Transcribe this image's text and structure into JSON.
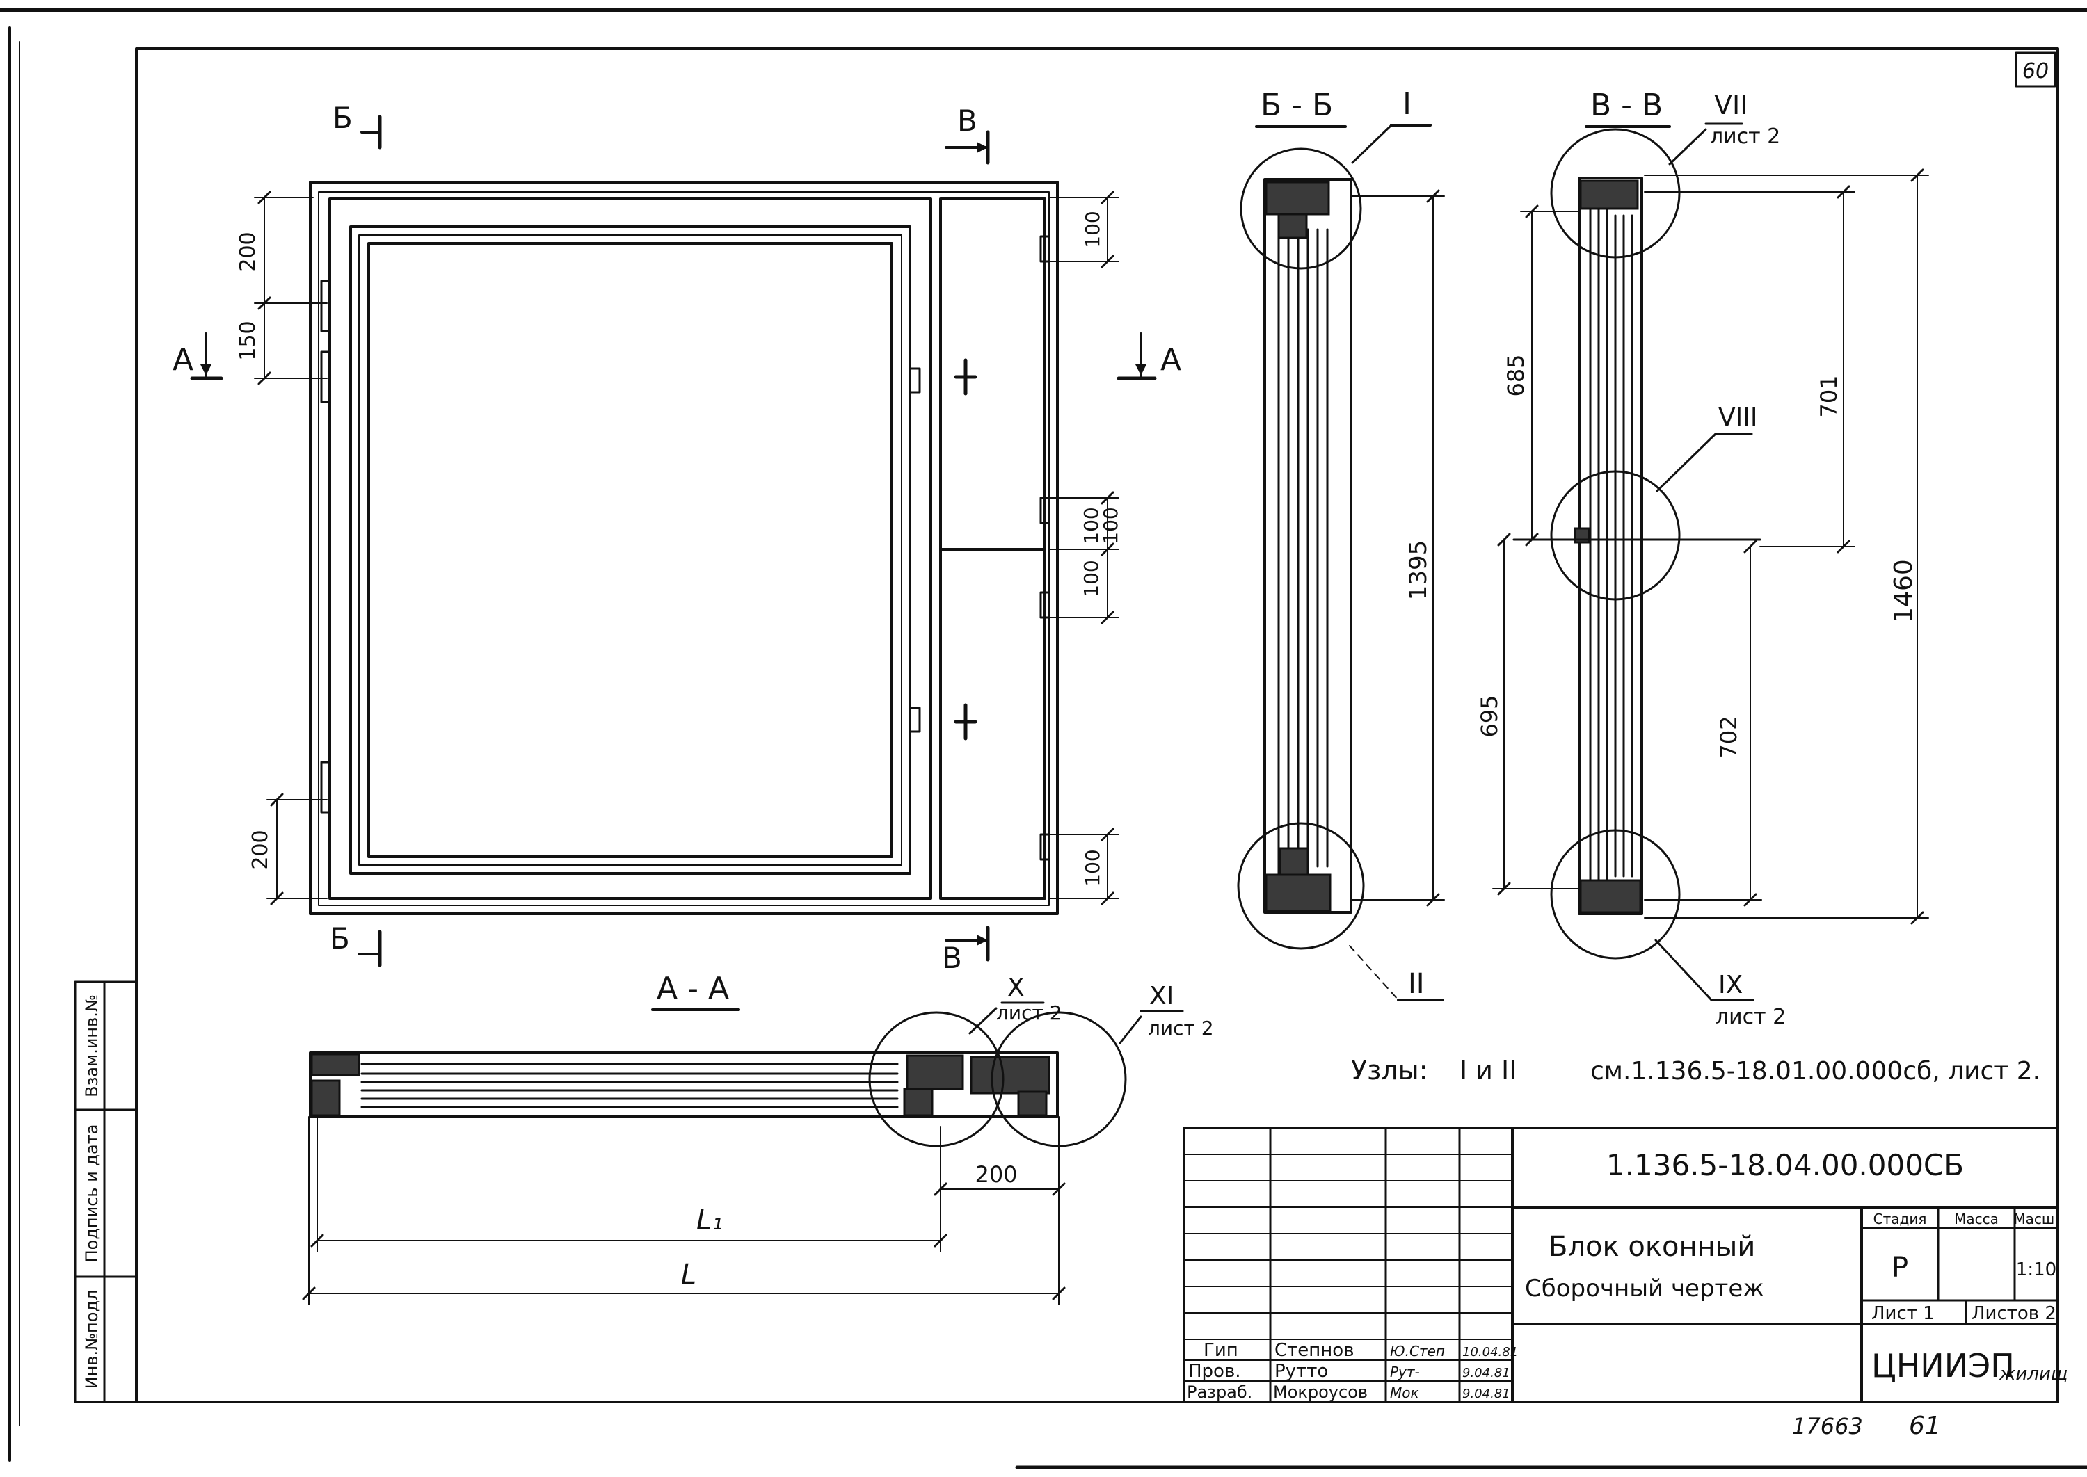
{
  "sheet": {
    "sheet_number_box": "60",
    "bottom_number_left": "17663",
    "bottom_number_right": "61"
  },
  "front_view": {
    "cut_marks": {
      "section_b": "Б",
      "section_v": "В",
      "section_a": "А"
    },
    "dimensions": {
      "top_hinge_offset": "200",
      "hinge_spacing": "150",
      "bottom_hinge_offset": "200",
      "right_top": "100",
      "right_mid_1": "100",
      "right_mid_2": "100",
      "right_mid_3": "100",
      "right_bottom": "100"
    }
  },
  "section_bb": {
    "title": "Б - Б",
    "node_top": "I",
    "node_bottom": "II",
    "dimension_height": "1395"
  },
  "section_vv": {
    "title": "В - В",
    "node_top": "VII",
    "node_top_ref": "лист 2",
    "node_mid": "VIII",
    "node_bottom": "IX",
    "node_bottom_ref": "лист 2",
    "dim_upper_left": "685",
    "dim_lower_left": "695",
    "dim_upper_right": "701",
    "dim_lower_right": "702",
    "dim_total": "1460"
  },
  "section_aa": {
    "title": "А - А",
    "node_x": "X",
    "node_x_ref": "лист 2",
    "node_xi": "XI",
    "node_xi_ref": "лист 2",
    "dim_sash_offset": "200",
    "dim_l1": "L₁",
    "dim_l": "L"
  },
  "notes": {
    "nodes_label": "Узлы:",
    "nodes_refs": "I и II",
    "nodes_text": "см.1.136.5-18.01.00.000сб, лист 2."
  },
  "side_stamp": {
    "col_1": "Инв.№подл",
    "col_2": "Подпись и дата",
    "col_3": "Взам.инв.№"
  },
  "title_block": {
    "designation": "1.136.5-18.04.00.000СБ",
    "name_line_1": "Блок оконный",
    "name_line_2": "Сборочный чертеж",
    "stage_header": "Стадия",
    "mass_header": "Масса",
    "scale_header": "Масш.",
    "stage_value": "Р",
    "scale_value": "1:10",
    "sheet_label": "Лист 1",
    "sheets_label": "Листов 2",
    "organization": "ЦНИИЭП",
    "organization_suffix": "жилищ",
    "signatures": [
      {
        "role": "Гип",
        "name": "Степнов",
        "sign": "Ю.Степ",
        "date": "10.04.81"
      },
      {
        "role": "Пров.",
        "name": "Рутто",
        "sign": "Рут-",
        "date": "9.04.81"
      },
      {
        "role": "Разраб.",
        "name": "Мокроусов",
        "sign": "Мок",
        "date": "9.04.81"
      }
    ]
  }
}
